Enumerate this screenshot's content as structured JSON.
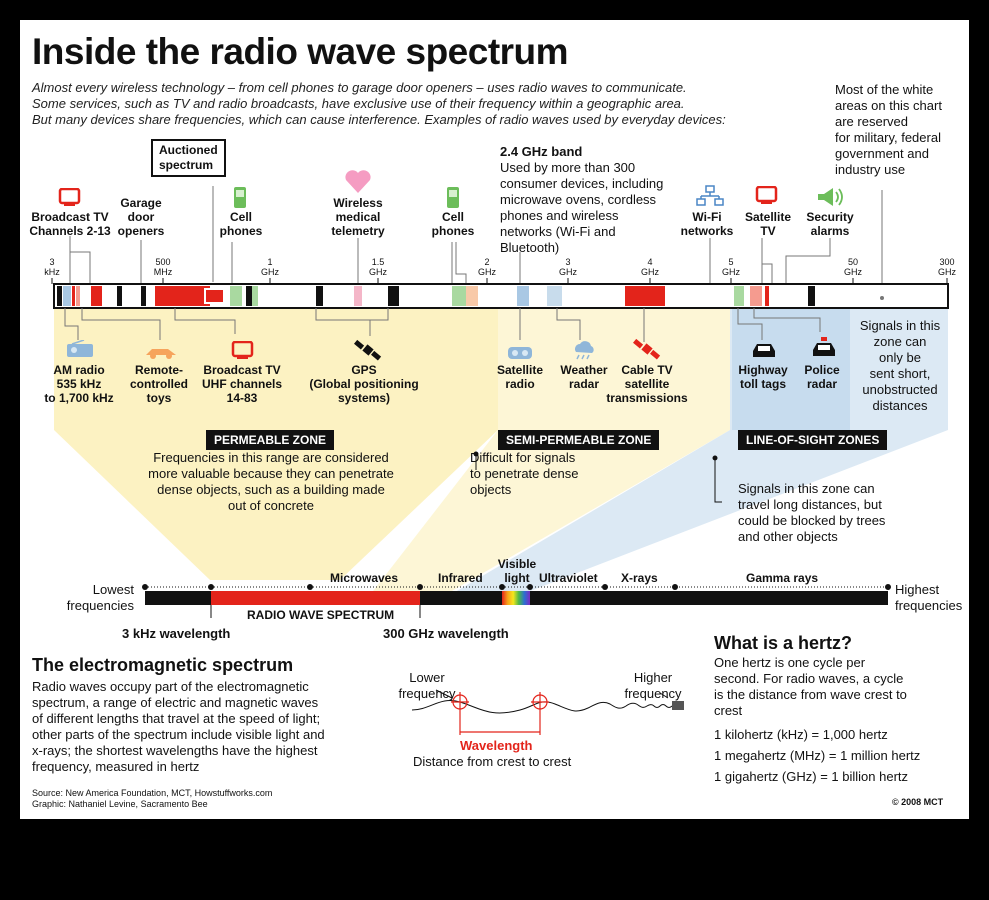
{
  "title": "Inside the radio wave spectrum",
  "intro": [
    "Almost every wireless technology – from cell phones to garage door openers – uses radio waves to communicate.",
    "Some services, such as TV and radio broadcasts, have exclusive use of their frequency within a geographic area.",
    "But many devices share frequencies, which can cause interference. Examples of radio waves used by everyday devices:"
  ],
  "white_note": [
    "Most of the white",
    "areas on this chart",
    "are reserved",
    "for military, federal",
    "government and",
    "industry use"
  ],
  "auctioned": [
    "Auctioned",
    "spectrum"
  ],
  "band24": {
    "title": "2.4 GHz band",
    "lines": [
      "Used by more than 300",
      "consumer devices, including",
      "microwave ovens, cordless",
      "phones and wireless",
      "networks (Wi-Fi and",
      "Bluetooth)"
    ]
  },
  "top_labels": {
    "broadcast_tv": [
      "Broadcast TV",
      "Channels 2-13"
    ],
    "garage": [
      "Garage",
      "door",
      "openers"
    ],
    "cell1": [
      "Cell",
      "phones"
    ],
    "medical": [
      "Wireless",
      "medical",
      "telemetry"
    ],
    "cell2": [
      "Cell",
      "phones"
    ],
    "wifi": [
      "Wi-Fi",
      "networks"
    ],
    "satellite_tv": [
      "Satellite",
      "TV"
    ],
    "security": [
      "Security",
      "alarms"
    ]
  },
  "ticks": [
    {
      "value": "3",
      "unit": "kHz"
    },
    {
      "value": "500",
      "unit": "MHz"
    },
    {
      "value": "1",
      "unit": "GHz"
    },
    {
      "value": "1.5",
      "unit": "GHz"
    },
    {
      "value": "2",
      "unit": "GHz"
    },
    {
      "value": "3",
      "unit": "GHz"
    },
    {
      "value": "4",
      "unit": "GHz"
    },
    {
      "value": "5",
      "unit": "GHz"
    },
    {
      "value": "50",
      "unit": "GHz"
    },
    {
      "value": "300",
      "unit": "GHz"
    }
  ],
  "bottom_labels": {
    "am": [
      "AM radio",
      "535 kHz",
      "to 1,700 kHz"
    ],
    "toys": [
      "Remote-",
      "controlled",
      "toys"
    ],
    "uhf": [
      "Broadcast TV",
      "UHF channels",
      "14-83"
    ],
    "gps": [
      "GPS",
      "(Global positioning",
      "systems)"
    ],
    "sat_radio": [
      "Satellite",
      "radio"
    ],
    "weather": [
      "Weather",
      "radar"
    ],
    "cable": [
      "Cable TV",
      "satellite",
      "transmissions"
    ],
    "toll": [
      "Highway",
      "toll tags"
    ],
    "police": [
      "Police",
      "radar"
    ]
  },
  "los_short": [
    "Signals in this",
    "zone can",
    "only be",
    "sent short,",
    "unobstructed",
    "distances"
  ],
  "zones": {
    "permeable": "PERMEABLE ZONE",
    "semi": "SEMI-PERMEABLE ZONE",
    "los": "LINE-OF-SIGHT ZONES"
  },
  "permeable_text": [
    "Frequencies in this range are considered",
    "more valuable because they can penetrate",
    "dense objects, such as a building made",
    "out of concrete"
  ],
  "semi_text": [
    "Difficult for signals",
    "to penetrate dense",
    "objects"
  ],
  "los_long": [
    "Signals in this zone can",
    "travel long distances, but",
    "could be blocked by trees",
    "and other objects"
  ],
  "em": {
    "lowest": [
      "Lowest",
      "frequencies"
    ],
    "highest": [
      "Highest",
      "frequencies"
    ],
    "microwaves": "Microwaves",
    "infrared": "Infrared",
    "visible": [
      "Visible",
      "light"
    ],
    "ultraviolet": "Ultraviolet",
    "xrays": "X-rays",
    "gamma": "Gamma rays",
    "radio_band": "RADIO WAVE SPECTRUM",
    "khz_wave": "3 kHz wavelength",
    "ghz_wave": "300 GHz wavelength"
  },
  "em_section": {
    "title": "The electromagnetic spectrum",
    "lines": [
      "Radio waves occupy part of the electromagnetic",
      "spectrum, a range of electric and magnetic waves",
      "of different lengths that travel at the speed of light;",
      "other parts of the spectrum include visible light and",
      "x-rays; the shortest wavelengths have the highest",
      "frequency, measured in hertz"
    ]
  },
  "wave": {
    "lower": [
      "Lower",
      "frequency"
    ],
    "higher": [
      "Higher",
      "frequency"
    ],
    "wavelength": "Wavelength",
    "caption": "Distance from crest to crest"
  },
  "hertz": {
    "title": "What is a hertz?",
    "lines": [
      "One hertz is one cycle per",
      "second. For radio waves, a cycle",
      "is the distance from wave crest to",
      "crest"
    ],
    "defs": [
      "1 kilohertz (kHz) = 1,000 hertz",
      "1 megahertz (MHz) = 1 million hertz",
      "1 gigahertz (GHz) = 1 billion hertz"
    ]
  },
  "credits": [
    "Source: New America Foundation, MCT, Howstuffworks.com",
    "Graphic: Nathaniel Levine, Sacramento Bee"
  ],
  "copyright": "© 2008 MCT",
  "colors": {
    "red": "#e3241b",
    "green": "#a9d9a0",
    "blue": "#a9c8e4",
    "pink": "#f4b6c8",
    "yellow": "#fcf2c2",
    "lightblue": "#d6e6f3"
  }
}
